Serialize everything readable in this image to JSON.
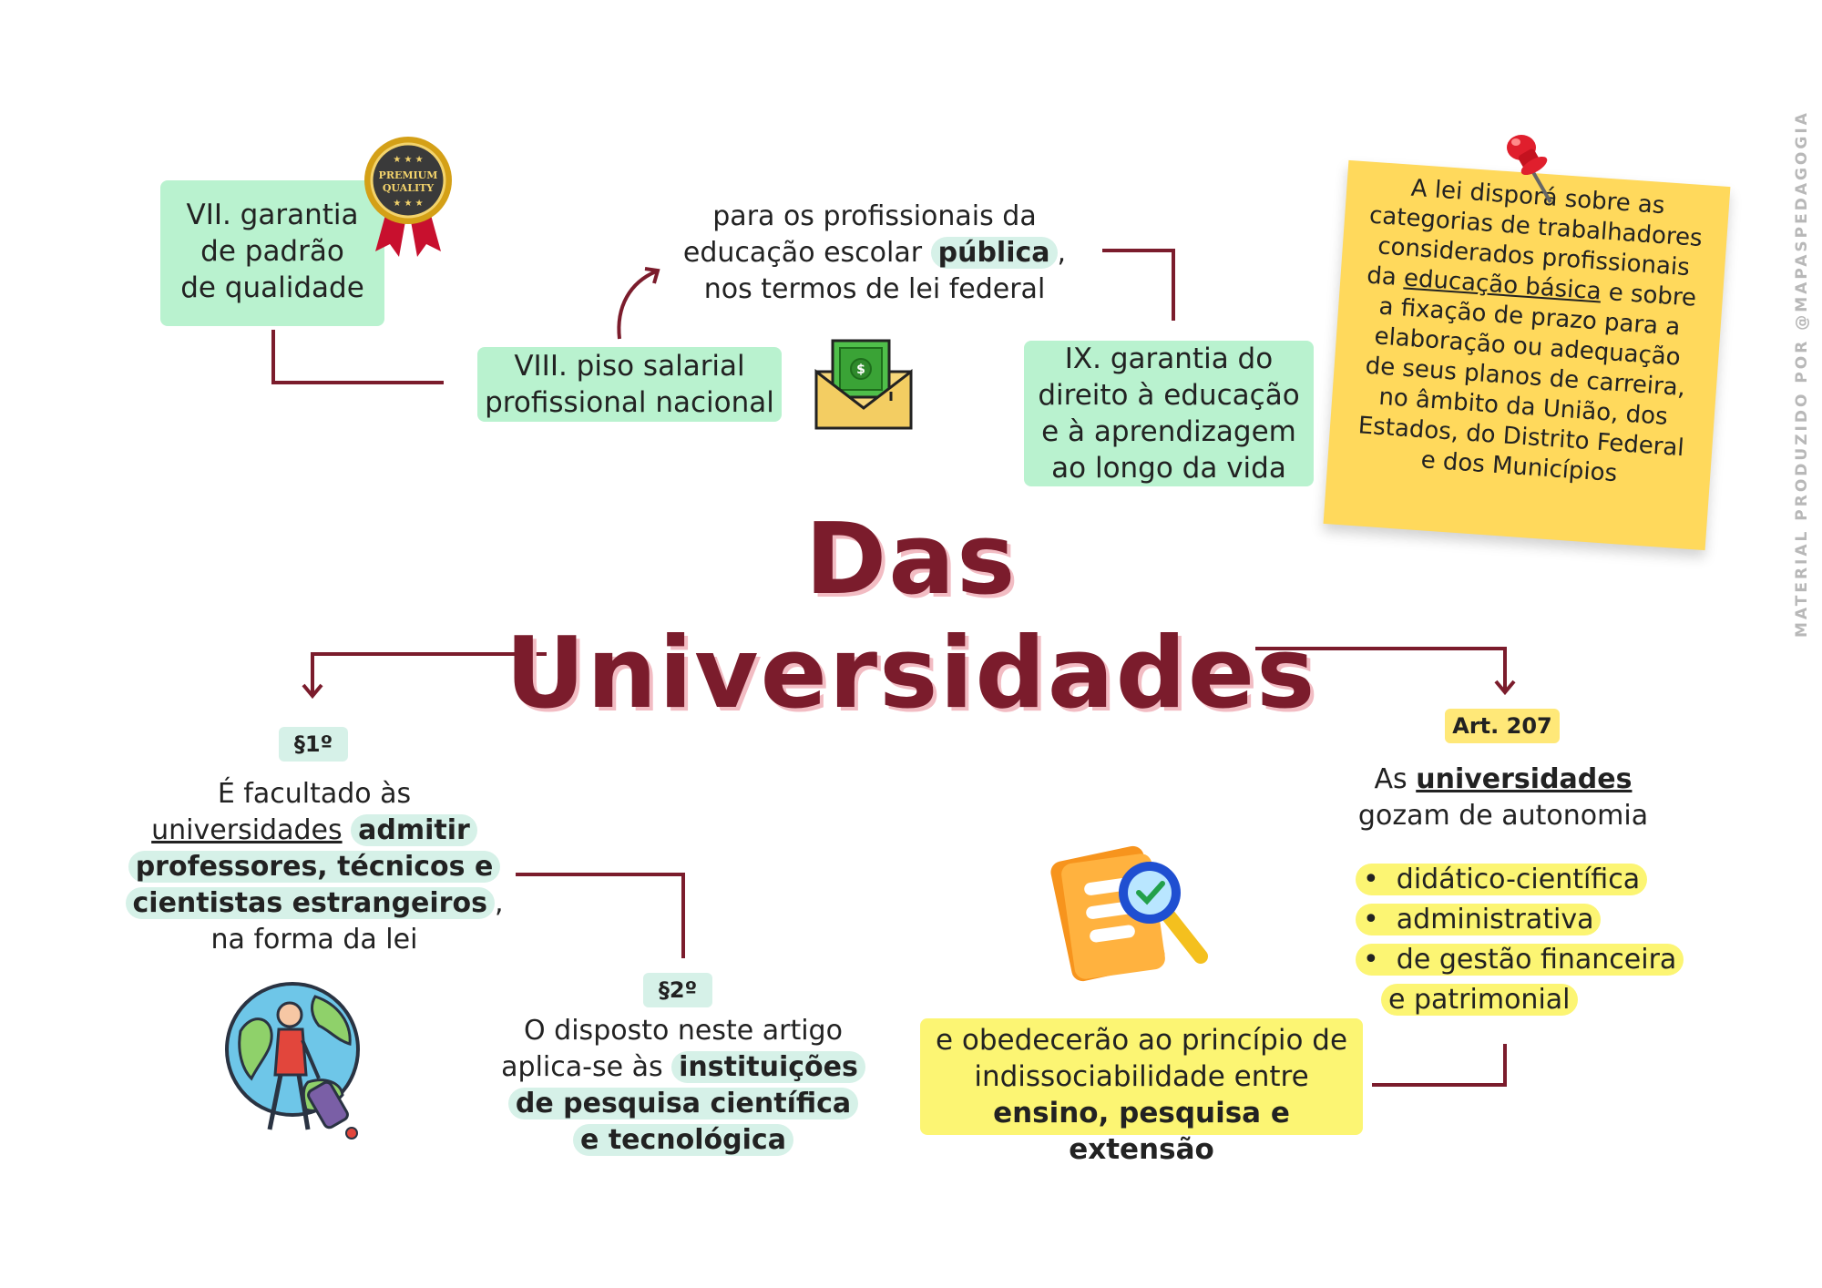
{
  "title": {
    "line1": "Das",
    "line2": "Universidades"
  },
  "vii": {
    "lines": [
      "VII. garantia",
      "de padrão",
      "de qualidade"
    ]
  },
  "badge": {
    "top": "PREMIUM",
    "bottom": "QUALITY"
  },
  "viii": {
    "lines": [
      "VIII. piso salarial",
      "profissional nacional"
    ]
  },
  "viii_note": {
    "l1": "para os profissionais da",
    "l2a": "educação escolar ",
    "l2b": "pública",
    "l2c": ",",
    "l3": "nos termos de lei federal"
  },
  "ix": {
    "lines": [
      "IX. garantia do",
      "direito à educação",
      "e à aprendizagem",
      "ao longo da vida"
    ]
  },
  "sticky": {
    "l1": "A lei disporá sobre as",
    "l2": "categorias de trabalhadores",
    "l3": "considerados profissionais",
    "l4a": "da ",
    "l4b": "educação básica",
    "l4c": " e sobre",
    "l5": "a fixação de prazo para a",
    "l6": "elaboração ou adequação",
    "l7": "de seus planos de carreira,",
    "l8": "no âmbito da União, dos",
    "l9": "Estados, do Distrito Federal",
    "l10": "e dos Municípios"
  },
  "p1": {
    "tag": "§1º",
    "l1": "É facultado às",
    "l2a": "universidades",
    "l2b": "admitir",
    "l3": "professores, técnicos e",
    "l4": "cientistas estrangeiros",
    "l4b": ",",
    "l5": "na forma da lei"
  },
  "p2": {
    "tag": "§2º",
    "l1": "O disposto neste artigo",
    "l2a": "aplica-se às ",
    "l2b": "instituições",
    "l3": "de pesquisa científica",
    "l4": "e tecnológica"
  },
  "art": {
    "tag": "Art. 207",
    "l1a": "As ",
    "l1b": "universidades",
    "l2": "gozam de autonomia",
    "items": [
      "didático-científica",
      "administrativa",
      "de gestão financeira"
    ],
    "item3_cont": "e patrimonial"
  },
  "principle": {
    "l1": "e obedecerão ao princípio de",
    "l2": "indissociabilidade entre",
    "l3": "ensino, pesquisa e extensão"
  },
  "credit": "MATERIAL PRODUZIDO POR @MAPASPEDAGOGIA",
  "colors": {
    "maroon": "#7b1c2c",
    "green": "#b9f2cf",
    "mint": "#d6f1e8",
    "yellow": "#fcf573",
    "sticky": "#ffd95c"
  }
}
